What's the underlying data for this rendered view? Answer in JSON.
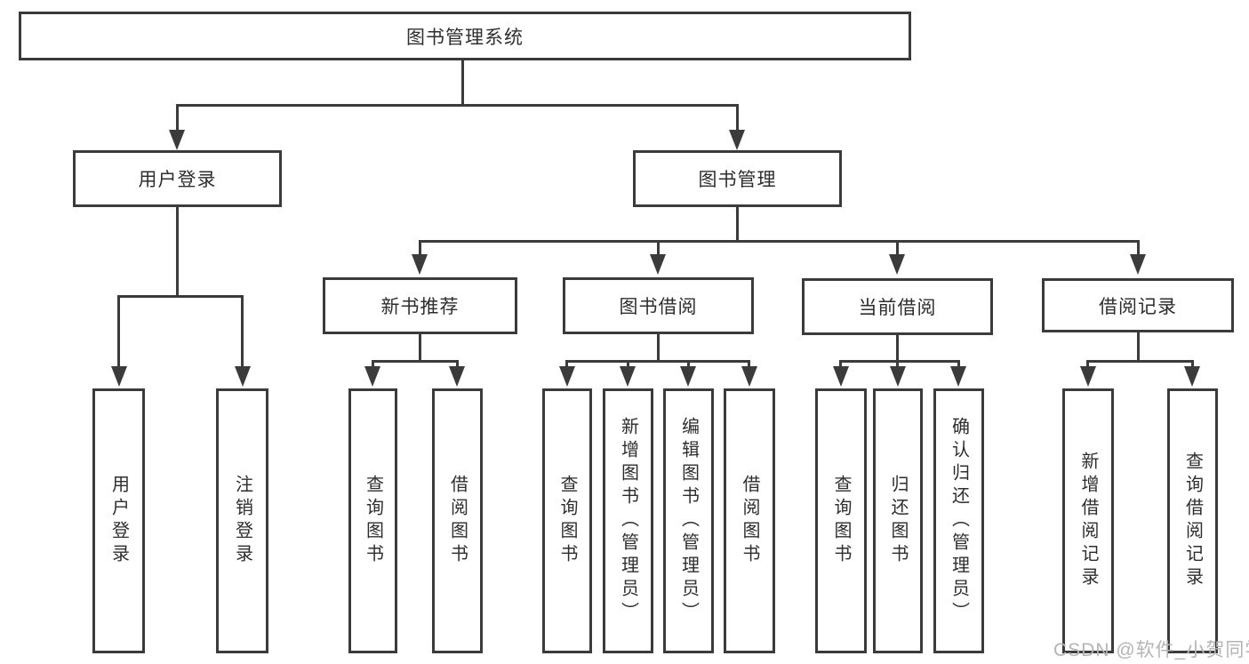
{
  "nodes": {
    "root": "图书管理系统",
    "user_login": "用户登录",
    "book_management": "图书管理",
    "new_book_recommend": "新书推荐",
    "book_borrow": "图书借阅",
    "current_borrow": "当前借阅",
    "borrow_records": "借阅记录"
  },
  "leaves": {
    "user_login_1": "用户登录",
    "user_login_2": "注销登录",
    "new_book_1": "查询图书",
    "new_book_2": "借阅图书",
    "borrow_1": "查询图书",
    "borrow_2": "新增图书（管理员）",
    "borrow_3": "编辑图书（管理员）",
    "borrow_4": "借阅图书",
    "current_1": "查询图书",
    "current_2": "归还图书",
    "current_3": "确认归还（管理员）",
    "records_1": "新增借阅记录",
    "records_2": "查询借阅记录"
  },
  "watermark": "CSDN @软件_小贺同学",
  "colors": {
    "line": "#3b3b3b",
    "text": "#2e2e2e",
    "box_background": "#ffffff",
    "page_background": "#ffffff",
    "watermark": "#b4b4b7"
  }
}
